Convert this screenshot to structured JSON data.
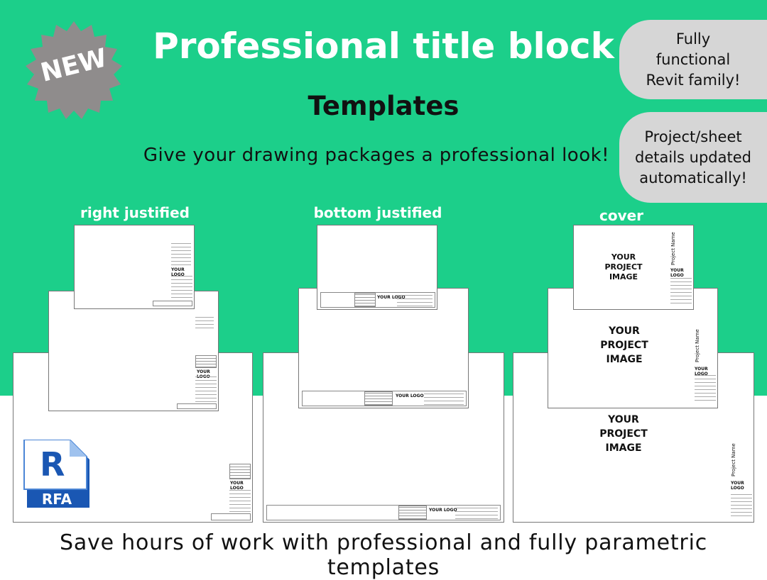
{
  "badge": {
    "label": "NEW"
  },
  "header": {
    "title": "Professional title block",
    "subtitle": "Templates",
    "tagline": "Give your drawing packages a professional look!"
  },
  "callouts": [
    {
      "text": "Fully functional Revit family!"
    },
    {
      "text": "Project/sheet details updated automatically!"
    }
  ],
  "columns": [
    {
      "label": "right justified"
    },
    {
      "label": "bottom justified"
    },
    {
      "label": "cover"
    }
  ],
  "sheet_text": {
    "logo": "YOUR LOGO",
    "project_image_line1": "YOUR",
    "project_image_line2": "PROJECT",
    "project_image_line3": "IMAGE",
    "project_name": "Project Name"
  },
  "file_badge": {
    "letter": "R",
    "ext": "RFA"
  },
  "footer": {
    "text": "Save hours of work with professional and fully parametric templates"
  },
  "colors": {
    "background_green": "#1ccf8a",
    "pill_gray": "#d6d6d6",
    "badge_gray": "#8f8c8c",
    "revit_blue": "#1a57b3"
  }
}
